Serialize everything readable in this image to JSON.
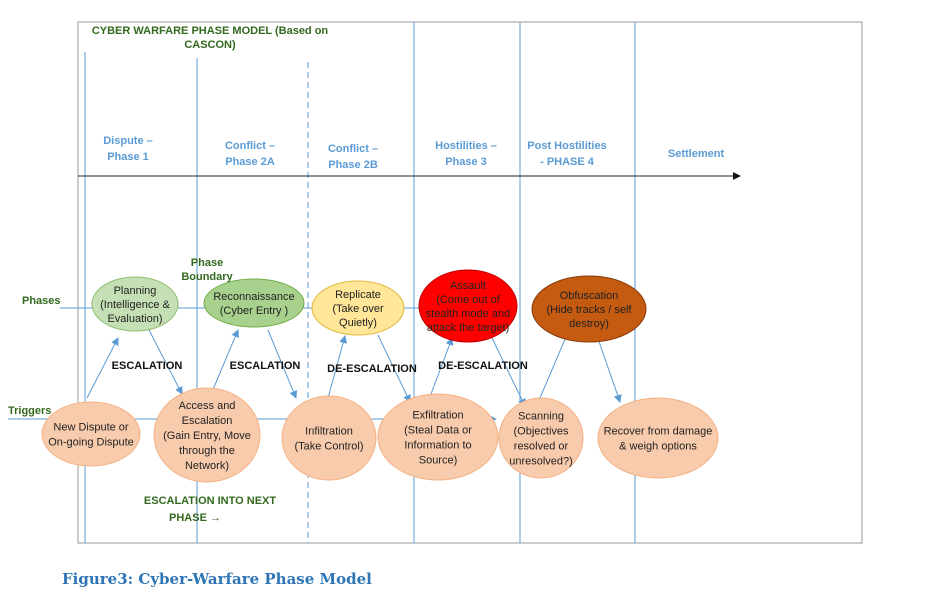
{
  "title": {
    "line1": "CYBER WARFARE PHASE MODEL (Based on",
    "line2": "CASCON)"
  },
  "phase_headers": [
    {
      "l1": "Dispute –",
      "l2": "Phase 1"
    },
    {
      "l1": "Conflict –",
      "l2": "Phase 2A"
    },
    {
      "l1": "Conflict –",
      "l2": "Phase 2B"
    },
    {
      "l1": "Hostilities –",
      "l2": "Phase 3"
    },
    {
      "l1": "Post Hostilities",
      "l2": "- PHASE 4"
    },
    {
      "l1": "Settlement",
      "l2": ""
    }
  ],
  "row_labels": {
    "phases": "Phases",
    "triggers": "Triggers"
  },
  "phase_boundary": {
    "l1": "Phase",
    "l2": "Boundary"
  },
  "phase_nodes": [
    {
      "lines": [
        "Planning",
        "(Intelligence &",
        "Evaluation)"
      ],
      "fill": "#c5e0b4",
      "stroke": "#8fbc6f"
    },
    {
      "lines": [
        "Reconnaissance",
        "(Cyber Entry )"
      ],
      "fill": "#a9d18e",
      "stroke": "#70ad47"
    },
    {
      "lines": [
        "Replicate",
        "(Take over",
        "Quietly)"
      ],
      "fill": "#ffe699",
      "stroke": "#e0b93c"
    },
    {
      "lines": [
        "Assault",
        "(Come out of",
        "stealth mode and",
        "attack the target)"
      ],
      "fill": "#ff0000",
      "stroke": "#c00000"
    },
    {
      "lines": [
        "Obfuscation",
        "(Hide tracks / self",
        "destroy)"
      ],
      "fill": "#c55a11",
      "stroke": "#843c0c"
    }
  ],
  "trigger_nodes": [
    {
      "lines": [
        "New Dispute or",
        "On-going Dispute"
      ]
    },
    {
      "lines": [
        "Access and",
        "Escalation",
        "(Gain Entry, Move",
        "through the",
        "Network)"
      ]
    },
    {
      "lines": [
        "Infiltration",
        "(Take Control)"
      ]
    },
    {
      "lines": [
        "Exfiltration",
        "(Steal Data or",
        "Information to",
        "Source)"
      ]
    },
    {
      "lines": [
        "Scanning",
        "(Objectives",
        "resolved or",
        "unresolved?)"
      ]
    },
    {
      "lines": [
        "Recover from damage",
        "& weigh options"
      ]
    }
  ],
  "trigger_fill": "#f8cbad",
  "transition_labels": [
    "ESCALATION",
    "ESCALATION",
    "DE-ESCALATION",
    "DE-ESCALATION"
  ],
  "bottom_note": {
    "l1": "ESCALATION INTO NEXT",
    "l2": "PHASE →"
  },
  "caption": "Figure3: Cyber-Warfare Phase Model",
  "line_color": "#5b9bd5"
}
